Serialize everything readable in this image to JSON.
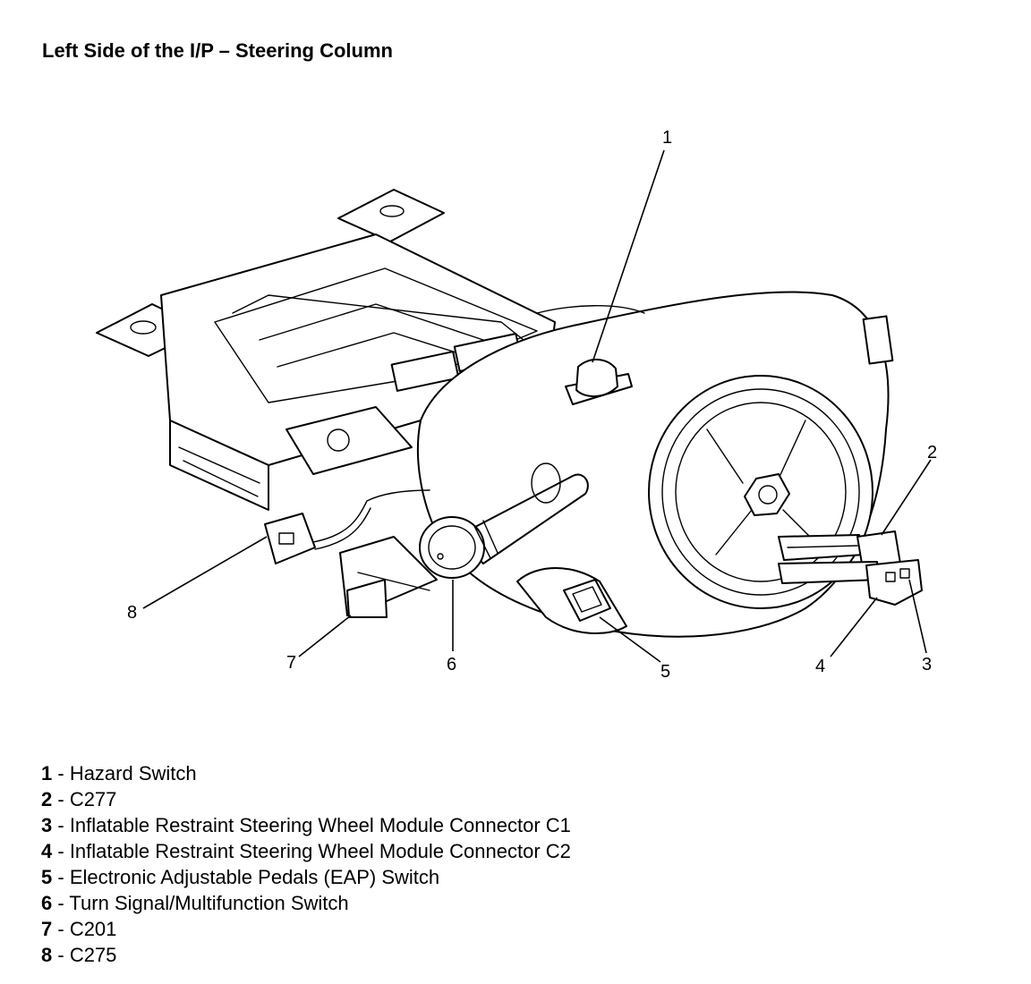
{
  "title": "Left Side of the I/P – Steering Column",
  "callouts": [
    "1",
    "2",
    "3",
    "4",
    "5",
    "6",
    "7",
    "8"
  ],
  "legend": [
    {
      "num": "1",
      "text": "- Hazard Switch"
    },
    {
      "num": "2",
      "text": "- C277"
    },
    {
      "num": "3",
      "text": "- Inflatable Restraint Steering Wheel Module Connector C1"
    },
    {
      "num": "4",
      "text": "- Inflatable Restraint Steering Wheel Module Connector C2"
    },
    {
      "num": "5",
      "text": "- Electronic Adjustable Pedals (EAP) Switch"
    },
    {
      "num": "6",
      "text": "- Turn Signal/Multifunction Switch"
    },
    {
      "num": "7",
      "text": "- C201"
    },
    {
      "num": "8",
      "text": "- C275"
    }
  ]
}
